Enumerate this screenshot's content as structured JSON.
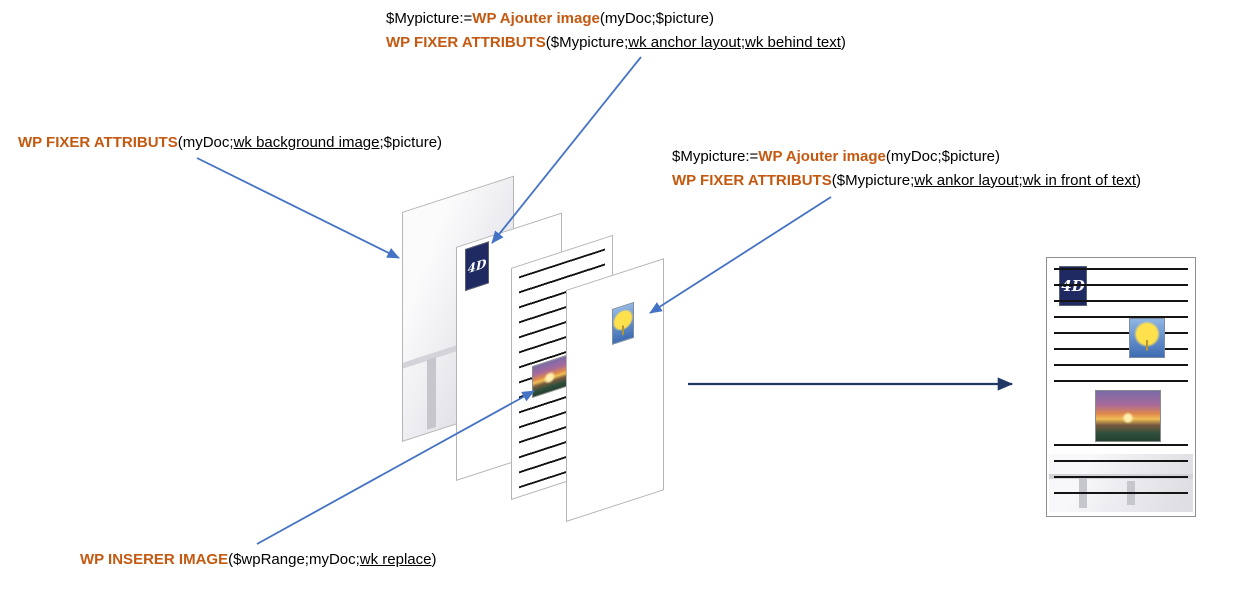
{
  "colors": {
    "command": "#C45911",
    "arrow_blue": "#4472C4",
    "arrow_navy": "#1F3864",
    "logo_navy": "#1F2A63"
  },
  "annotations": {
    "top": {
      "line1": [
        "$Mypicture:=",
        "WP Ajouter image",
        "(myDoc;$picture)"
      ],
      "line2": [
        "WP FIXER ATTRIBUTS",
        "($Mypicture;",
        "wk anchor layout",
        ";",
        "wk behind text",
        ")"
      ]
    },
    "left": {
      "line1": [
        "WP FIXER ATTRIBUTS",
        "(myDoc;",
        "wk background image",
        ";$picture)"
      ]
    },
    "right": {
      "line1": [
        "$Mypicture:=",
        "WP Ajouter image",
        "(myDoc;$picture)"
      ],
      "line2": [
        "WP FIXER ATTRIBUTS",
        "($Mypicture;",
        "wk ankor layout",
        ";",
        "wk in front of text",
        ")"
      ]
    },
    "bottom": {
      "line1": [
        "WP INSERER IMAGE",
        "($wpRange;myDoc;",
        "wk replace",
        ")"
      ]
    }
  },
  "pages": {
    "logo_text": "4D"
  }
}
